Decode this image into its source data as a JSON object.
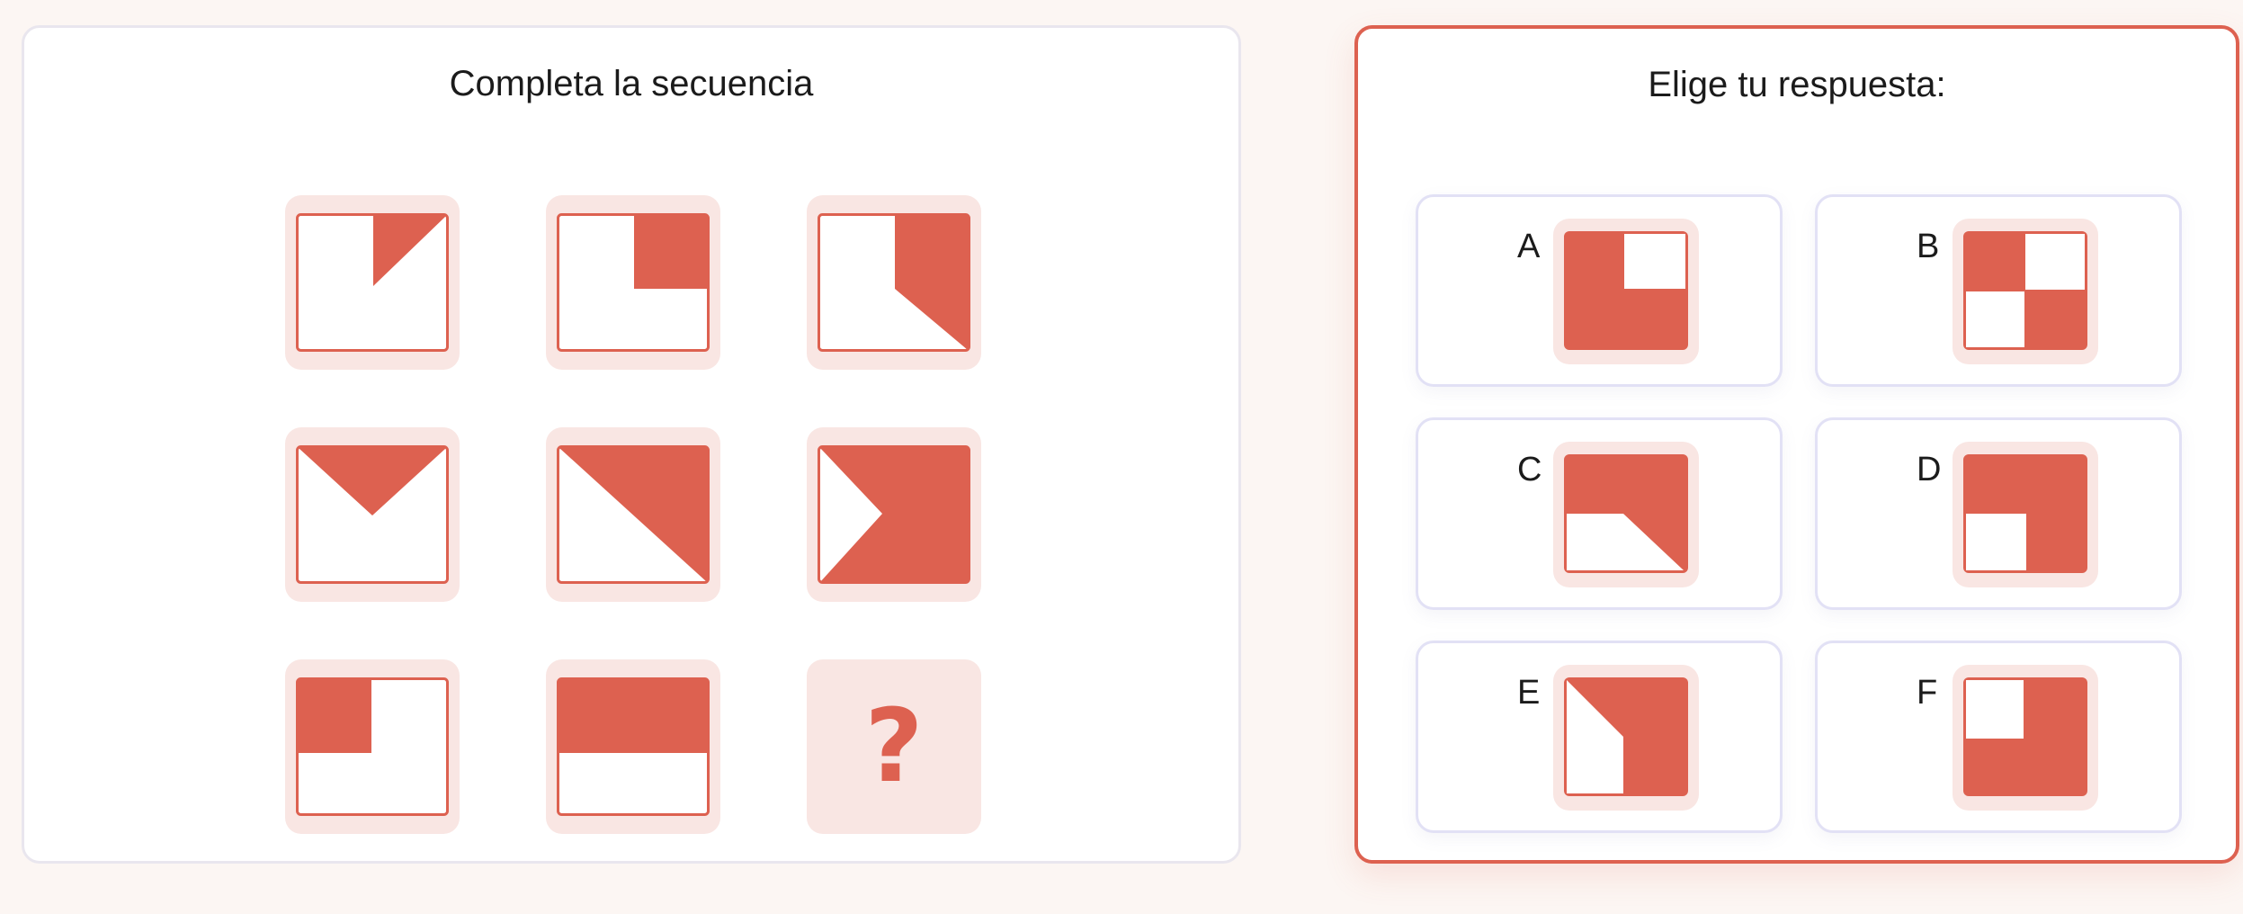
{
  "sequence": {
    "title": "Completa la secuencia",
    "placeholder_symbol": "?",
    "cells": [
      {
        "id": "r1c1",
        "icon": "top-right-small-triangle-icon"
      },
      {
        "id": "r1c2",
        "icon": "top-right-small-square-icon"
      },
      {
        "id": "r1c3",
        "icon": "right-strip-with-diagonal-icon"
      },
      {
        "id": "r2c1",
        "icon": "top-down-triangle-icon"
      },
      {
        "id": "r2c2",
        "icon": "upper-right-diagonal-half-icon"
      },
      {
        "id": "r2c3",
        "icon": "right-arrow-notch-icon"
      },
      {
        "id": "r3c1",
        "icon": "top-left-square-icon"
      },
      {
        "id": "r3c2",
        "icon": "top-half-rectangle-icon"
      },
      {
        "id": "r3c3",
        "icon": "question-mark-icon",
        "missing": true
      }
    ]
  },
  "answers": {
    "title": "Elige tu respuesta:",
    "options": [
      {
        "letter": "A",
        "icon": "square-with-white-top-right-icon"
      },
      {
        "letter": "B",
        "icon": "checkerboard-icon"
      },
      {
        "letter": "C",
        "icon": "diagonal-lower-white-icon"
      },
      {
        "letter": "D",
        "icon": "square-with-white-bottom-left-icon"
      },
      {
        "letter": "E",
        "icon": "left-diagonal-white-icon"
      },
      {
        "letter": "F",
        "icon": "square-with-white-top-left-icon"
      }
    ]
  },
  "colors": {
    "accent": "#dd6150",
    "tile_background": "#f9e6e3",
    "page_background": "#fcf6f3",
    "panel_border": "#e9e6ee",
    "option_border": "#e2e1f5"
  }
}
